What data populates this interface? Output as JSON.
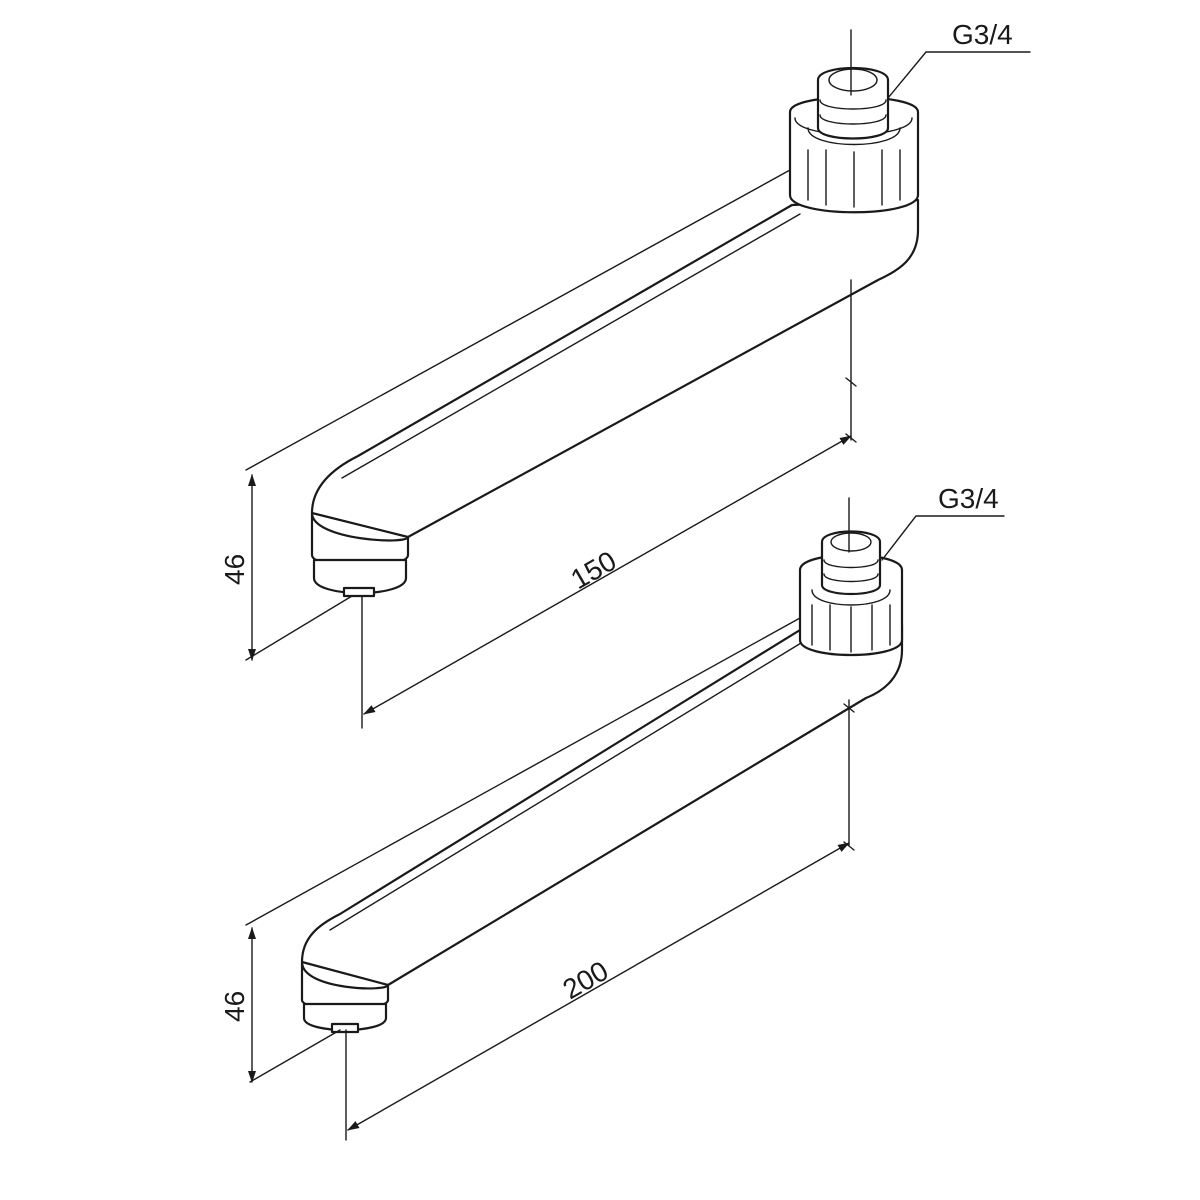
{
  "spouts": [
    {
      "thread": "G3/4",
      "height": "46",
      "length": "150"
    },
    {
      "thread": "G3/4",
      "height": "46",
      "length": "200"
    }
  ],
  "colors": {
    "line": "#1a1a1a",
    "background": "#ffffff"
  }
}
